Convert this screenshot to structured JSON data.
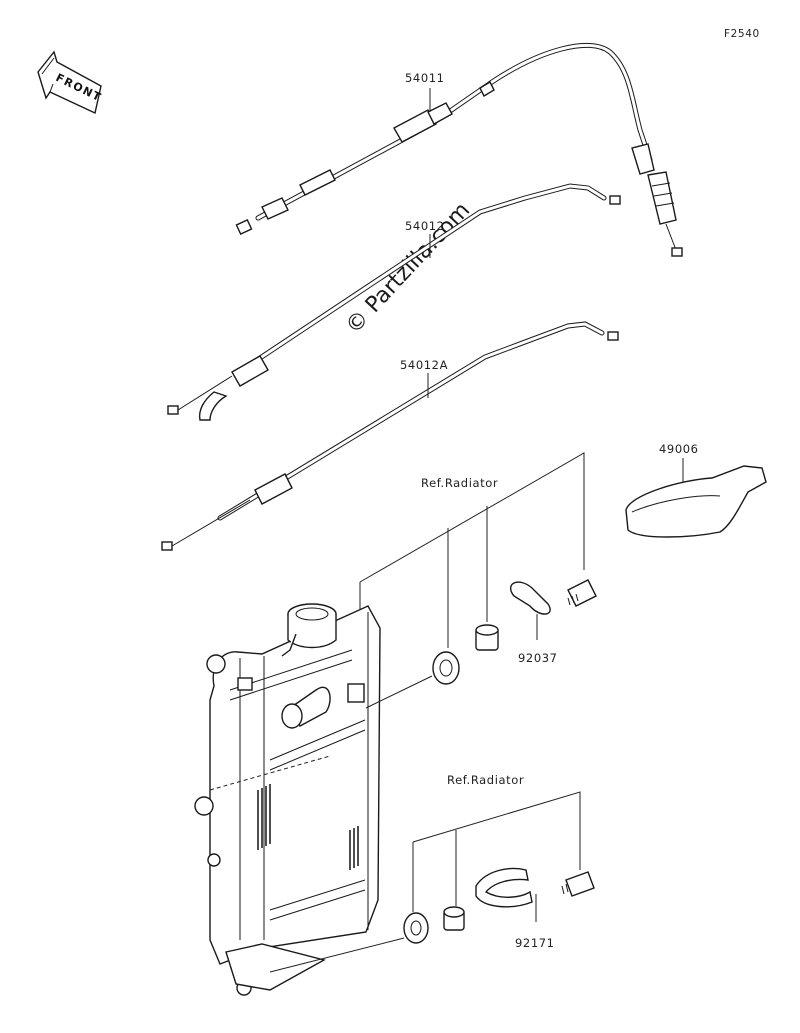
{
  "figure_id": "F2540",
  "front_label": "FRONT",
  "watermark": "© Partzilla.com",
  "parts": {
    "p54011": "54011",
    "p54012": "54012",
    "p54012A": "54012A",
    "p49006": "49006",
    "p92037": "92037",
    "p92171": "92171"
  },
  "refs": {
    "ref_radiator_upper": "Ref.Radiator",
    "ref_radiator_lower": "Ref.Radiator"
  }
}
